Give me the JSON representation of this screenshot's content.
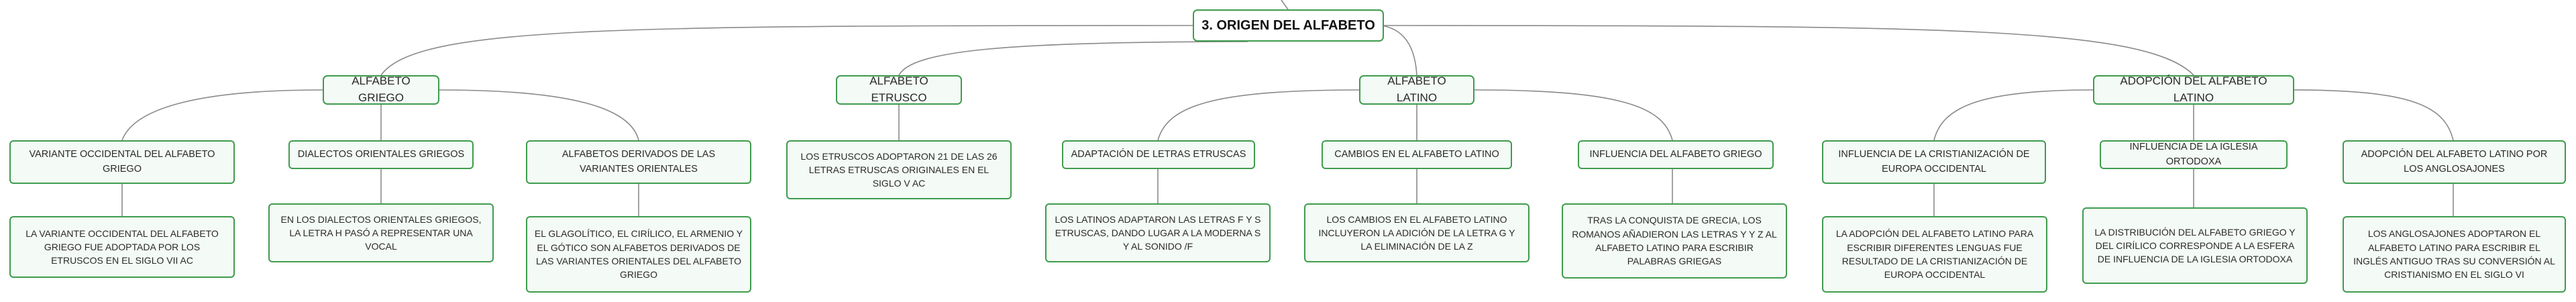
{
  "root": {
    "title": "3. ORIGEN DEL ALFABETO"
  },
  "branches": [
    {
      "title": "ALFABETO GRIEGO",
      "children": [
        {
          "title": "VARIANTE OCCIDENTAL DEL ALFABETO GRIEGO",
          "detail": "LA VARIANTE OCCIDENTAL DEL ALFABETO GRIEGO FUE ADOPTADA POR LOS ETRUSCOS EN EL SIGLO VII AC"
        },
        {
          "title": "DIALECTOS ORIENTALES GRIEGOS",
          "detail": "EN LOS DIALECTOS ORIENTALES GRIEGOS, LA LETRA H PASÓ A REPRESENTAR UNA VOCAL"
        },
        {
          "title": "ALFABETOS DERIVADOS DE LAS VARIANTES ORIENTALES",
          "detail": "EL GLAGOLÍTICO, EL CIRÍLICO, EL ARMENIO Y EL GÓTICO SON ALFABETOS DERIVADOS DE LAS VARIANTES ORIENTALES DEL ALFABETO GRIEGO"
        }
      ]
    },
    {
      "title": "ALFABETO ETRUSCO",
      "detail": "LOS ETRUSCOS ADOPTARON 21 DE LAS 26 LETRAS ETRUSCAS ORIGINALES EN EL SIGLO V AC"
    },
    {
      "title": "ALFABETO LATINO",
      "children": [
        {
          "title": "ADAPTACIÓN DE LETRAS ETRUSCAS",
          "detail": "LOS LATINOS ADAPTARON LAS LETRAS F Y S ETRUSCAS, DANDO LUGAR A LA MODERNA S Y AL SONIDO /F"
        },
        {
          "title": "CAMBIOS EN EL ALFABETO LATINO",
          "detail": "LOS CAMBIOS EN EL ALFABETO LATINO INCLUYERON LA ADICIÓN DE LA LETRA G Y LA ELIMINACIÓN DE LA Z"
        },
        {
          "title": "INFLUENCIA DEL ALFABETO GRIEGO",
          "detail": "TRAS LA CONQUISTA DE GRECIA, LOS ROMANOS AÑADIERON LAS LETRAS Y Y Z AL ALFABETO LATINO PARA ESCRIBIR PALABRAS GRIEGAS"
        }
      ]
    },
    {
      "title": "ADOPCIÓN DEL ALFABETO LATINO",
      "children": [
        {
          "title": "INFLUENCIA DE LA CRISTIANIZACIÓN DE EUROPA OCCIDENTAL",
          "detail": "LA ADOPCIÓN DEL ALFABETO LATINO PARA ESCRIBIR DIFERENTES LENGUAS FUE RESULTADO DE LA CRISTIANIZACIÓN DE EUROPA OCCIDENTAL"
        },
        {
          "title": "INFLUENCIA DE LA IGLESIA ORTODOXA",
          "detail": "LA DISTRIBUCIÓN DEL ALFABETO GRIEGO Y DEL CIRÍLICO CORRESPONDE A LA ESFERA DE INFLUENCIA DE LA IGLESIA ORTODOXA"
        },
        {
          "title": "ADOPCIÓN DEL ALFABETO LATINO POR LOS ANGLOSAJONES",
          "detail": "LOS ANGLOSAJONES ADOPTARON EL ALFABETO LATINO PARA ESCRIBIR EL INGLÉS ANTIGUO TRAS SU CONVERSIÓN AL CRISTIANISMO EN EL SIGLO VI"
        }
      ]
    }
  ],
  "colors": {
    "border": "#3f9c4e",
    "fill": "#f4faf5",
    "connector": "#8a8a8a"
  }
}
